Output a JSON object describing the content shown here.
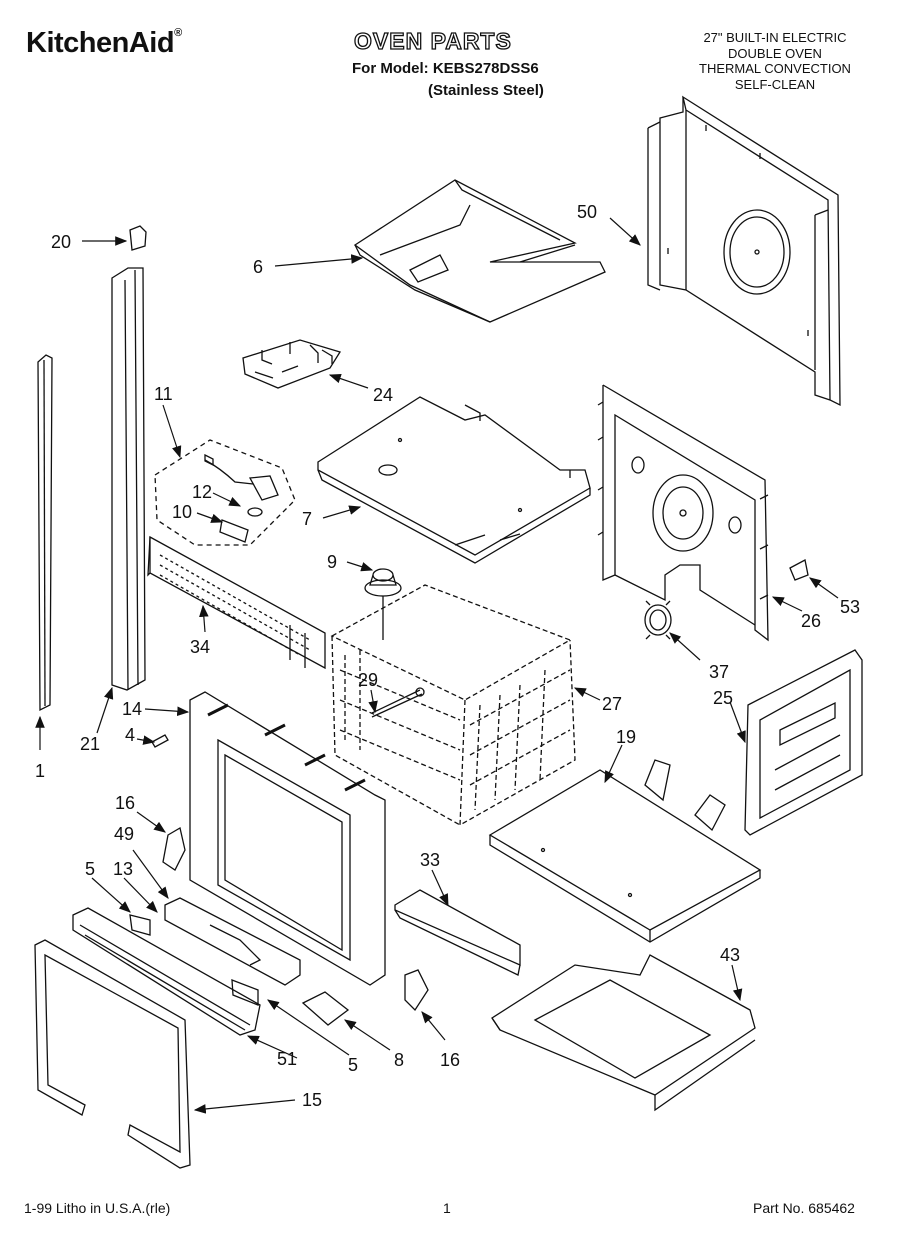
{
  "header": {
    "brand": "KitchenAid",
    "registered_mark": "®",
    "title": "OVEN PARTS",
    "model_line": "For Model: KEBS278DSS6",
    "finish": "(Stainless Steel)",
    "description_lines": [
      "27\" BUILT-IN ELECTRIC",
      "DOUBLE OVEN",
      "THERMAL CONVECTION",
      "SELF-CLEAN"
    ]
  },
  "footer": {
    "litho": "1-99 Litho in U.S.A.(rle)",
    "page_number": "1",
    "part_number": "Part No. 685462"
  },
  "diagram": {
    "callouts": [
      "20",
      "6",
      "50",
      "24",
      "11",
      "12",
      "10",
      "7",
      "9",
      "34",
      "53",
      "26",
      "37",
      "25",
      "27",
      "29",
      "14",
      "4",
      "21",
      "1",
      "19",
      "16",
      "49",
      "33",
      "5",
      "13",
      "43",
      "8",
      "16",
      "51",
      "5",
      "15"
    ]
  }
}
